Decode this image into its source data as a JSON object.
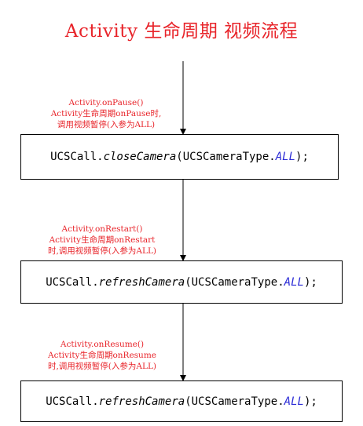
{
  "title": "Activity 生命周期 视频流程",
  "steps": [
    {
      "note": [
        "Activity.onPause()",
        "Activity生命周期onPause时,",
        "调用视频暂停(入参为ALL)"
      ],
      "code": {
        "class": "UCSCall.",
        "method": "closeCamera",
        "arg_open": "(UCSCameraType.",
        "arg": "ALL",
        "end": ");"
      }
    },
    {
      "note": [
        "Activity.onRestart()",
        "Activity生命周期onRestart",
        "时,调用视频暂停(入参为ALL)"
      ],
      "code": {
        "class": "UCSCall.",
        "method": "refreshCamera",
        "arg_open": "(UCSCameraType.",
        "arg": "ALL",
        "end": ");"
      }
    },
    {
      "note": [
        "Activity.onResume()",
        "Activity生命周期onResume",
        "时,调用视频暂停(入参为ALL)"
      ],
      "code": {
        "class": "UCSCall.",
        "method": "refreshCamera",
        "arg_open": "(UCSCameraType.",
        "arg": "ALL",
        "end": ");"
      }
    }
  ],
  "colors": {
    "note": "#e8242a",
    "title": "#e8242a",
    "keyword": "#2b2bd6",
    "line": "#000000"
  }
}
